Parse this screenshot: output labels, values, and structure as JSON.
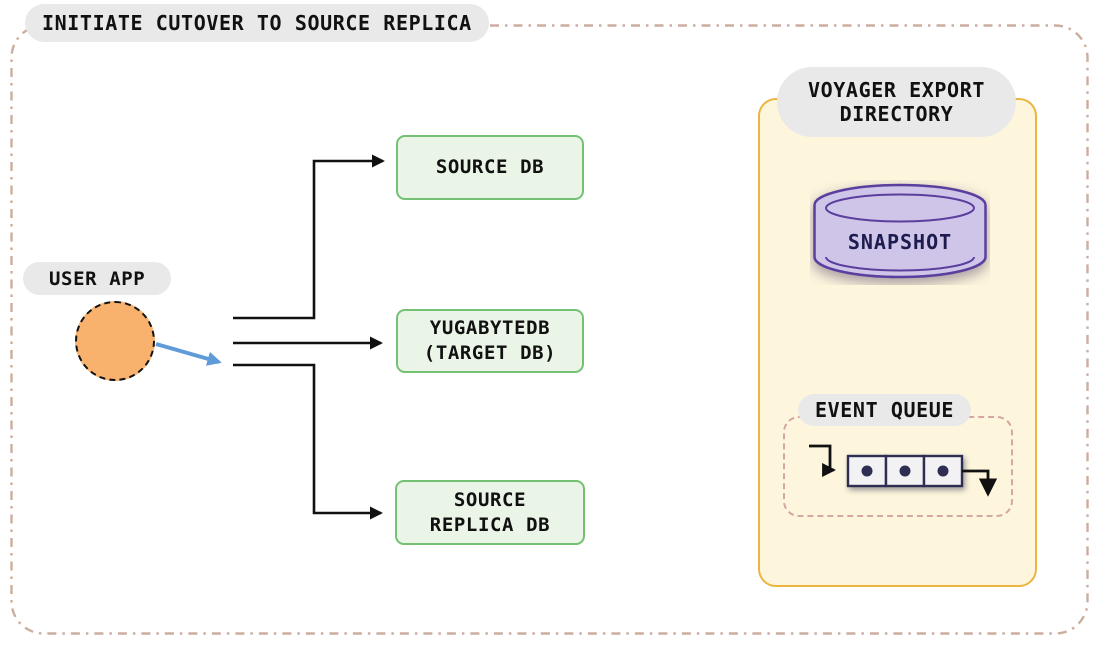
{
  "title": "INITIATE CUTOVER TO SOURCE REPLICA",
  "user_app": {
    "label": "USER APP"
  },
  "databases": [
    {
      "id": "source-db",
      "label": "SOURCE DB"
    },
    {
      "id": "target-db",
      "label": "YUGABYTEDB\n(TARGET DB)"
    },
    {
      "id": "source-replica-db",
      "label": "SOURCE\nREPLICA DB"
    }
  ],
  "voyager_panel": {
    "label": "VOYAGER EXPORT\nDIRECTORY",
    "snapshot": {
      "label": "SNAPSHOT"
    },
    "event_queue": {
      "label": "EVENT QUEUE"
    }
  },
  "colors": {
    "text": "#111111",
    "outer_border": "#ccae9f",
    "pill_bg": "#e9e9e9",
    "db_box_bg": "#eaf5e7",
    "db_box_border": "#74c173",
    "user_app_fill": "#f9b26d",
    "connector": "#111111",
    "cutover_arrow": "#5e9bd8",
    "panel_bg": "#fdf6dd",
    "panel_border": "#ecb53f",
    "cylinder_fill": "#cfc5e9",
    "cylinder_border": "#5b3f9e",
    "snapshot_text": "#1c1c4e",
    "queue_border": "#d4a7a4",
    "queue_cell_fill": "#f2f1f4",
    "queue_cell_border": "#2e2d52"
  }
}
